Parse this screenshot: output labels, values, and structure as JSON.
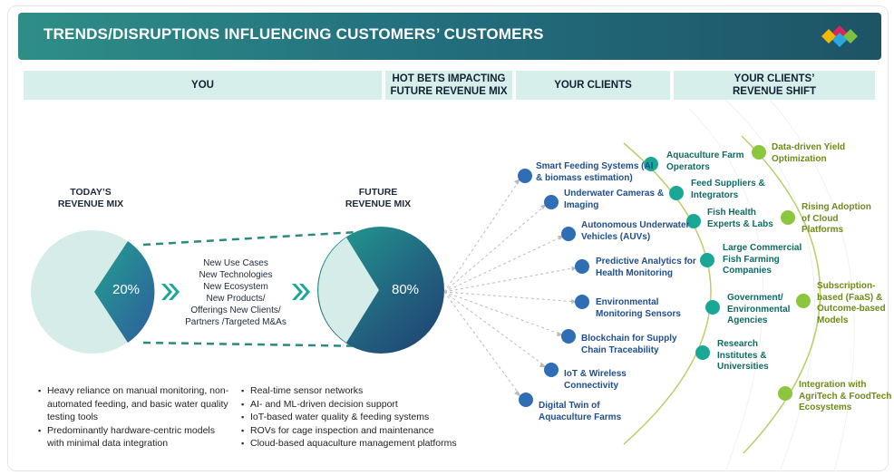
{
  "banner": {
    "title": "TRENDS/DISRUPTIONS INFLUENCING CUSTOMERS’ CUSTOMERS"
  },
  "headers": {
    "you": "YOU",
    "hot_bets": "HOT BETS IMPACTING\nFUTURE REVENUE MIX",
    "your_clients": "YOUR CLIENTS",
    "revenue_shift": "YOUR CLIENTS’\nREVENUE SHIFT"
  },
  "today": {
    "label": "TODAY’S\nREVENUE MIX",
    "percent": "20%"
  },
  "future": {
    "label": "FUTURE\nREVENUE MIX",
    "percent": "80%"
  },
  "drivers": [
    "New Use Cases",
    "New Technologies",
    "New Ecosystem",
    "New Products/",
    "Offerings New Clients/",
    "Partners /Targeted M&As"
  ],
  "hot_bets": [
    "Smart Feeding Systems (AI\n& biomass estimation)",
    "Underwater Cameras &\nImaging",
    "Autonomous Underwater\nVehicles (AUVs)",
    "Predictive Analytics for\nHealth Monitoring",
    "Environmental\nMonitoring Sensors",
    "Blockchain for Supply\nChain Traceability",
    "IoT & Wireless\nConnectivity",
    "Digital Twin of\nAquaculture Farms"
  ],
  "clients": [
    "Aquaculture Farm\nOperators",
    "Feed Suppliers &\nIntegrators",
    "Fish Health\nExperts & Labs",
    "Large Commercial\nFish Farming\nCompanies",
    "Government/\nEnvironmental\nAgencies",
    "Research\nInstitutes &\nUniversities"
  ],
  "revenue_shift": [
    "Data-driven Yield\nOptimization",
    "Rising Adoption\nof Cloud\nPlatforms",
    "Subscription-\nbased (FaaS) &\nOutcome-based\nModels",
    "Integration with\nAgriTech & FoodTech\nEcosystems"
  ],
  "today_bullets": [
    "Heavy reliance on manual monitoring, non-\nautomated feeding, and basic water quality\ntesting tools",
    "Predominantly hardware-centric models\nwith minimal data integration"
  ],
  "future_bullets": [
    "Real-time sensor networks",
    "AI- and ML-driven decision support",
    "IoT-based water quality & feeding systems",
    "ROVs for cage inspection and maintenance",
    "Cloud-based aquaculture management platforms"
  ],
  "colors": {
    "banner_start": "#2e8e86",
    "banner_end": "#1d5466",
    "header_bg": "#d6efea",
    "blue_node": "#2f6db5",
    "teal_node": "#1aa796",
    "olive_node": "#8cc63f",
    "olive_arc": "#b9cf6a"
  }
}
